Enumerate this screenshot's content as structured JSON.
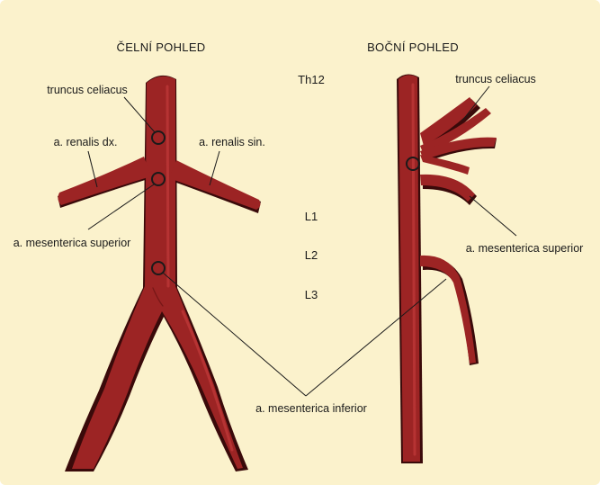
{
  "views": {
    "front_title": "ČELNÍ POHLED",
    "side_title": "BOČNÍ POHLED"
  },
  "vertebrae": {
    "th12": "Th12",
    "l1": "L1",
    "l2": "L2",
    "l3": "L3"
  },
  "labels": {
    "truncus_celiacus_front": "truncus celiacus",
    "renalis_dx": "a. renalis dx.",
    "renalis_sin": "a. renalis sin.",
    "mesenterica_superior_front": "a. mesenterica superior",
    "truncus_celiacus_side": "truncus celiacus",
    "mesenterica_superior_side": "a. mesenterica superior",
    "mesenterica_inferior": "a. mesenterica inferior"
  },
  "colors": {
    "background": "#fbf2cc",
    "artery": "#9c2424",
    "artery_highlight": "#c23a3a",
    "artery_shadow": "#3a0a0a",
    "line": "#1a1a1a"
  }
}
